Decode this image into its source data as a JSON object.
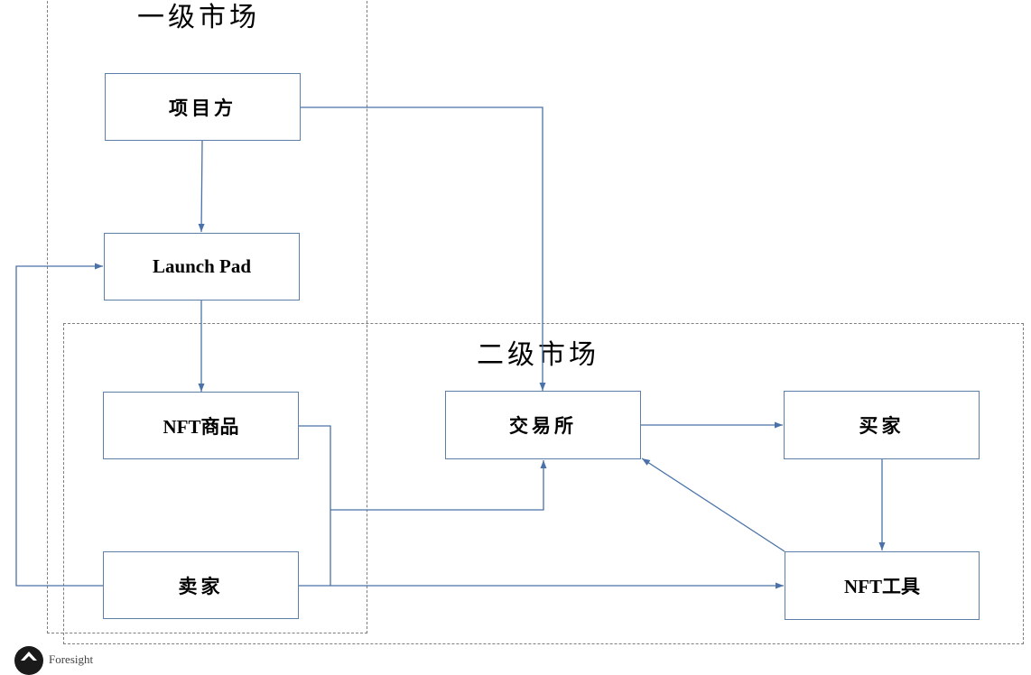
{
  "regions": {
    "primary_title": "一级市场",
    "secondary_title": "二级市场"
  },
  "nodes": {
    "project": "项目方",
    "launchpad": "Launch Pad",
    "nft_goods": "NFT商品",
    "seller": "卖家",
    "exchange": "交易所",
    "buyer": "买家",
    "nft_tools": "NFT工具"
  },
  "logo": {
    "text": "Foresight"
  },
  "colors": {
    "edge": "#4a72a8",
    "box_border": "#5b7fa8",
    "region_border": "#7f7f7f"
  }
}
